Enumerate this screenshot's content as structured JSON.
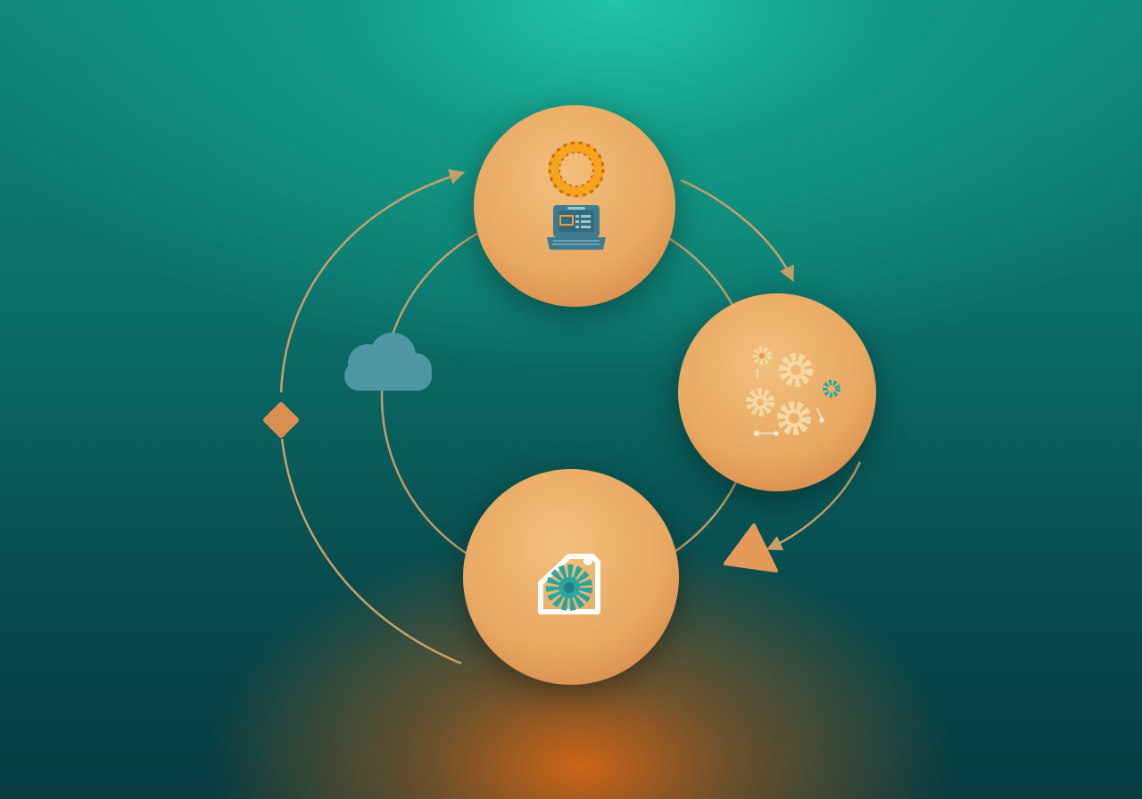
{
  "colors": {
    "node_fill": "#edb26c",
    "node_fill_dark": "#db9150",
    "arrow": "#caa06a",
    "ring": "#d4a46a",
    "accent_orange": "#f2a024",
    "accent_teal": "#2aa6a0",
    "cloud": "#4f97a3",
    "laptop": "#3f7b90",
    "gear_light": "#f6d8a4"
  },
  "nodes": [
    {
      "name": "top",
      "icons": [
        "gear-icon",
        "laptop-icon"
      ]
    },
    {
      "name": "right",
      "icons": [
        "gear-cluster-icon"
      ]
    },
    {
      "name": "bottom",
      "icons": [
        "home-gear-icon"
      ]
    }
  ],
  "decorations": [
    "cloud-icon",
    "diamond-marker",
    "triangle-marker"
  ]
}
